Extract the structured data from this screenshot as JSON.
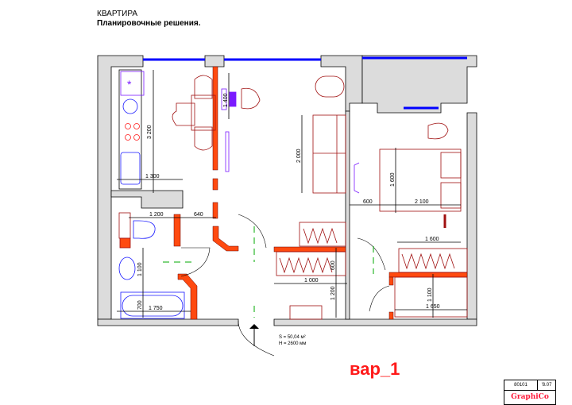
{
  "header": {
    "title": "КВАРТИРА",
    "subtitle": "Планировочные решения."
  },
  "plan": {
    "dimensions": {
      "kitchen_length": "3 200",
      "kitchen_width": "1 300",
      "desk_length": "1 400",
      "wc_width": "1 200",
      "door_opening": "640",
      "sink_zone": "1 100",
      "bath_width": "700",
      "bath_length": "1 750",
      "sofa_length": "2 000",
      "wardrobe_depth": "600",
      "hall_width": "1 000",
      "hall_depth": "1 200",
      "bed_width": "1 600",
      "bed_length": "2 100",
      "bed_clearance": "600",
      "wardrobe_length": "1 600",
      "closet_depth": "1 100",
      "closet_length": "1 650"
    },
    "area_label": "S = 50,04 м²",
    "height_label": "H = 2600 мм"
  },
  "variant_label": "вар_1",
  "title_block": {
    "code": "80101",
    "date": "'8.07",
    "brand": "GraphiCo"
  },
  "colors": {
    "wall": "#dcdcdc",
    "partition": "#ff4a10",
    "furniture": "#a01010",
    "window": "#0000ff",
    "plumbing": "#1a1aff",
    "accent": "#ff1a1a"
  }
}
